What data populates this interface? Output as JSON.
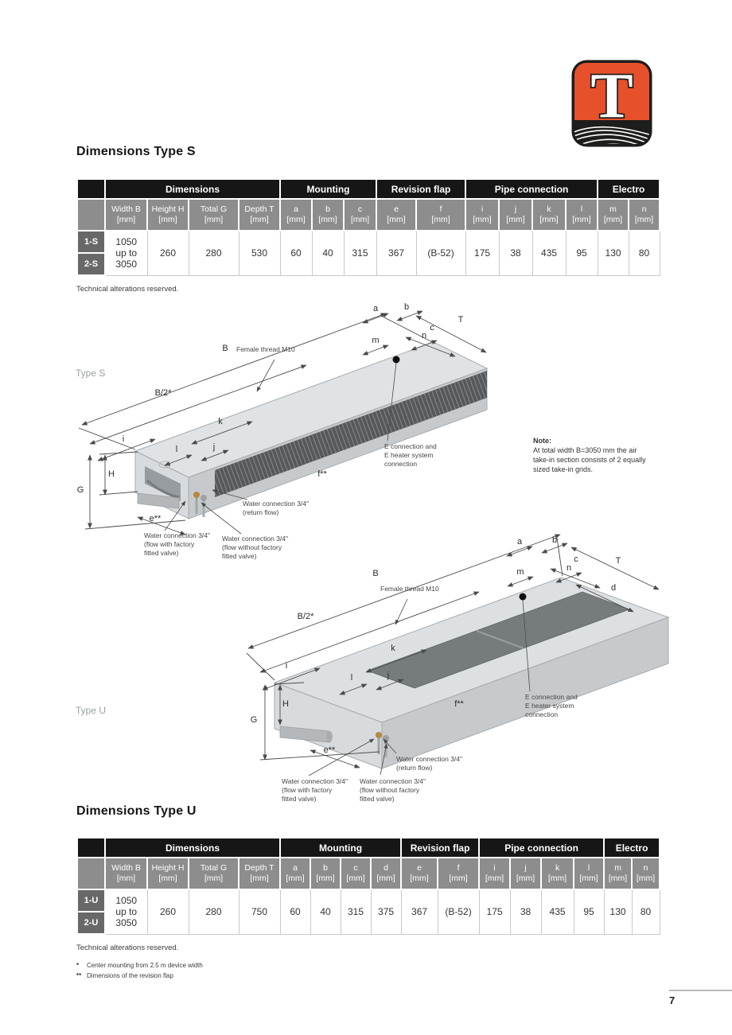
{
  "logo": {
    "letter": "T",
    "orange": "#e6512b",
    "black": "#1d1d1b"
  },
  "sections": {
    "s": {
      "title": "Dimensions Type S",
      "type_label": "Type S",
      "footer": "Technical alterations reserved."
    },
    "u": {
      "title": "Dimensions Type U",
      "type_label": "Type U",
      "footer": "Technical alterations reserved."
    }
  },
  "table_s": {
    "groups": [
      "Dimensions",
      "Mounting",
      "Revision flap",
      "Pipe connection",
      "Electro"
    ],
    "cols": [
      "Width B\n[mm]",
      "Height H\n[mm]",
      "Total G\n[mm]",
      "Depth T\n[mm]",
      "a\n[mm]",
      "b\n[mm]",
      "c\n[mm]",
      "e\n[mm]",
      "f\n[mm]",
      "i\n[mm]",
      "j\n[mm]",
      "k\n[mm]",
      "l\n[mm]",
      "m\n[mm]",
      "n\n[mm]"
    ],
    "row_labels": [
      "1-S",
      "2-S"
    ],
    "width_b": "1050\nup to\n3050",
    "values": [
      "260",
      "280",
      "530",
      "60",
      "40",
      "315",
      "367",
      "(B-52)",
      "175",
      "38",
      "435",
      "95",
      "130",
      "80"
    ]
  },
  "table_u": {
    "groups": [
      "Dimensions",
      "Mounting",
      "Revision flap",
      "Pipe connection",
      "Electro"
    ],
    "cols": [
      "Width B\n[mm]",
      "Height H\n[mm]",
      "Total G\n[mm]",
      "Depth T\n[mm]",
      "a\n[mm]",
      "b\n[mm]",
      "c\n[mm]",
      "d\n[mm]",
      "e\n[mm]",
      "f\n[mm]",
      "i\n[mm]",
      "j\n[mm]",
      "k\n[mm]",
      "l\n[mm]",
      "m\n[mm]",
      "n\n[mm]"
    ],
    "row_labels": [
      "1-U",
      "2-U"
    ],
    "width_b": "1050\nup to\n3050",
    "values": [
      "260",
      "280",
      "750",
      "60",
      "40",
      "315",
      "375",
      "367",
      "(B-52)",
      "175",
      "38",
      "435",
      "95",
      "130",
      "80"
    ]
  },
  "drawing": {
    "dims": {
      "B": "B",
      "B_half": "B/2*",
      "a": "a",
      "b": "b",
      "c": "c",
      "d": "d",
      "T": "T",
      "m": "m",
      "n": "n",
      "i": "i",
      "j": "j",
      "k": "k",
      "l": "l",
      "H": "H",
      "G": "G",
      "e": "e**",
      "f": "f**"
    },
    "ann": {
      "female_thread": "Female thread M10",
      "e_connection": "E connection and\nE heater system\nconnection",
      "return_flow": "Water connection 3/4\"\n(return flow)",
      "flow_with": "Water connection 3/4\"\n(flow with factory\nfitted valve)",
      "flow_without": "Water connection 3/4\"\n(flow without factory\nfitted valve)"
    },
    "note_title": "Note:",
    "note_body": "At total width B=3050 mm the air\ntake-in section consists of 2 equally\nsized take-in grids."
  },
  "footnotes": [
    {
      "mark": "*",
      "text": "Center mounting from 2.5 m device width"
    },
    {
      "mark": "**",
      "text": "Dimensions of the revision flap"
    }
  ],
  "page": {
    "number": "7"
  }
}
